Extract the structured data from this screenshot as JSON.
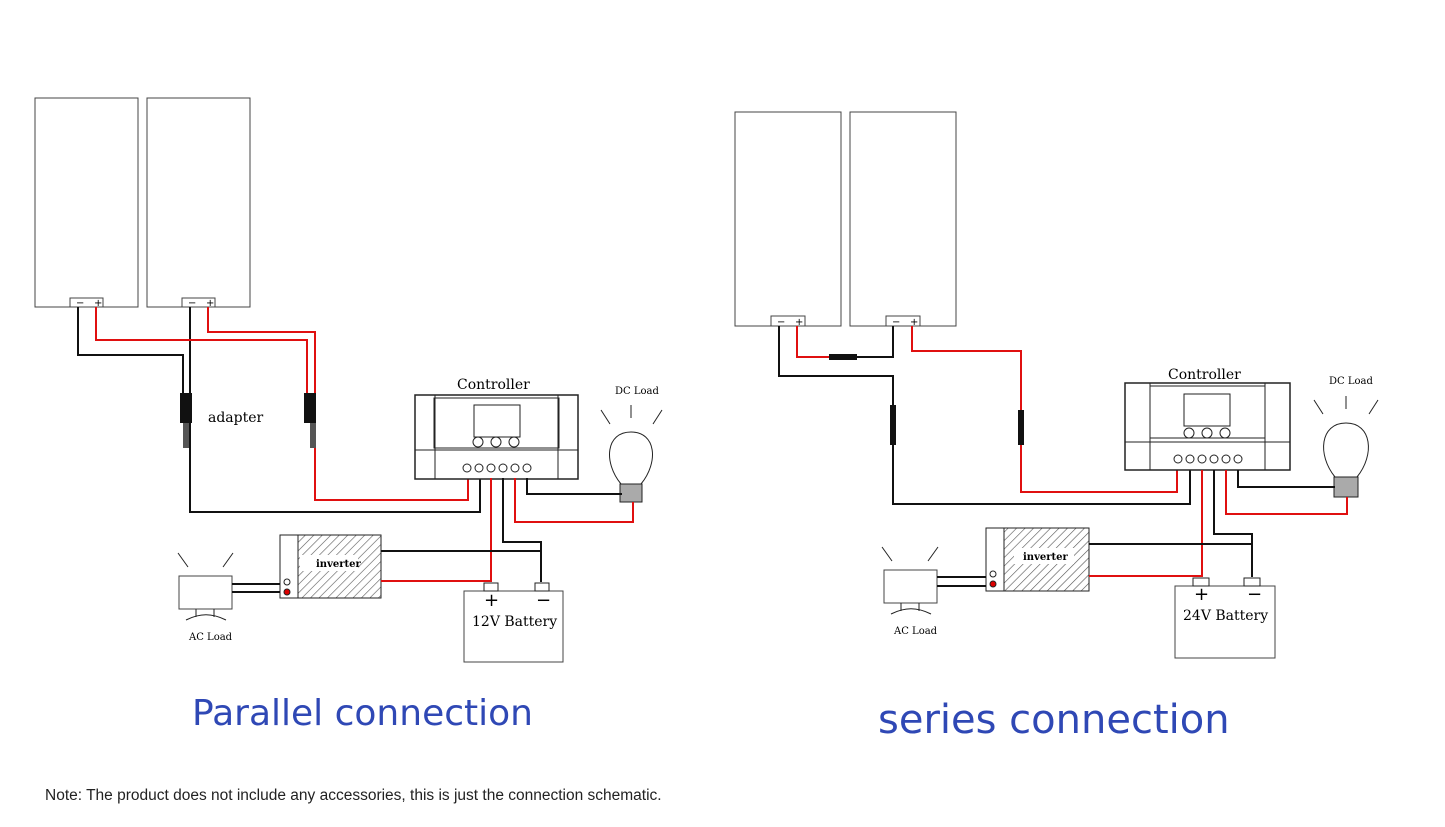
{
  "diagrams": {
    "parallel": {
      "caption": "Parallel connection",
      "controller_label": "Controller",
      "dc_load_label": "DC Load",
      "adapter_label": "adapter",
      "inverter_label": "inverter",
      "ac_load_label": "AC Load",
      "battery_label": "12V Battery",
      "battery_plus": "+",
      "battery_minus": "−",
      "panel_plus": "+",
      "panel_minus": "−"
    },
    "series": {
      "caption": "series connection",
      "controller_label": "Controller",
      "dc_load_label": "DC Load",
      "inverter_label": "inverter",
      "ac_load_label": "AC Load",
      "battery_label": "24V Battery",
      "battery_plus": "+",
      "battery_minus": "−",
      "panel_plus": "+",
      "panel_minus": "−"
    }
  },
  "note": "Note: The product does not include any accessories, this is just the connection schematic.",
  "colors": {
    "caption": "#2f48b5",
    "positive_wire": "#e01010",
    "negative_wire": "#111111"
  },
  "icons": [
    "solar-panel-icon",
    "controller-icon",
    "bulb-icon",
    "inverter-icon",
    "monitor-icon",
    "battery-icon"
  ]
}
